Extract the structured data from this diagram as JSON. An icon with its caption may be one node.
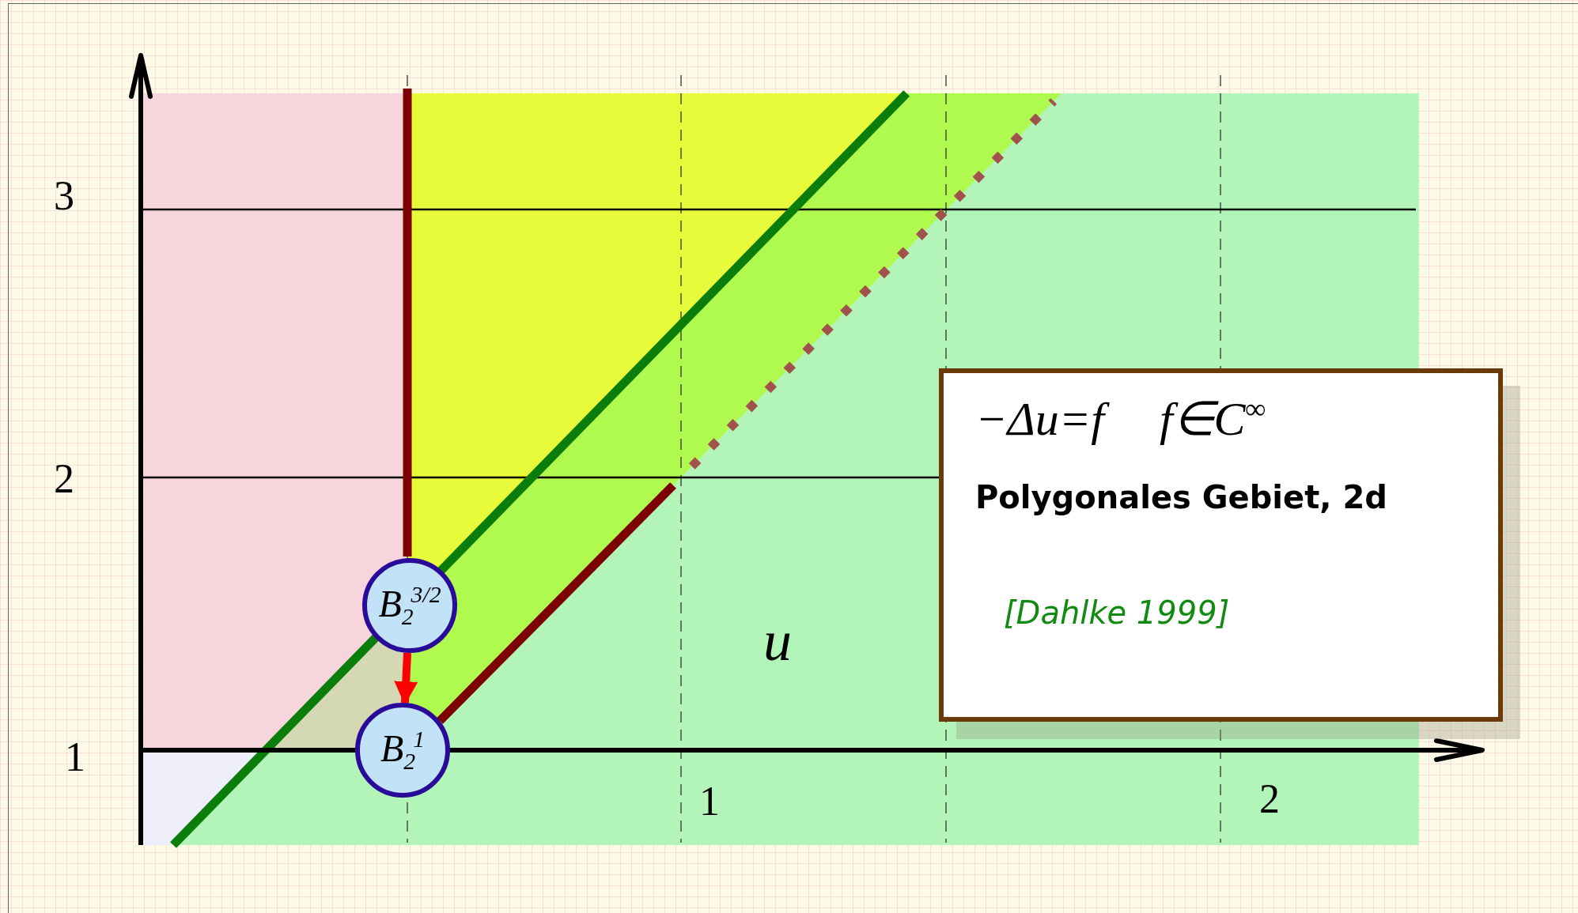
{
  "diagram": {
    "nodes": [
      {
        "text": [
          "B$_{2}$$^{3/2}$"
        ]
      },
      {
        "text": [
          "B$_{2}$$^{1}$"
        ]
      },
      {
        "text": [
          "−Δu=f",
          "f∈C$^{∞}$",
          "Polygonales Gebiet, 2d",
          "[Dahlke 1999]"
        ]
      }
    ],
    "edges": [
      {
        "from": 0,
        "to": 1,
        "arrow": "to"
      }
    ],
    "labels": [
      "3",
      "2",
      "u",
      "1",
      "1",
      "2"
    ]
  }
}
